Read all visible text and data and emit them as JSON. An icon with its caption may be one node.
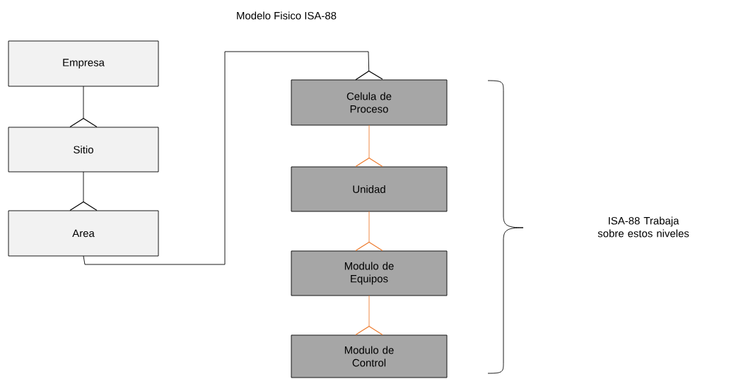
{
  "diagram": {
    "title": "Modelo Fisico ISA-88",
    "nodes": [
      {
        "text": [
          "Empresa"
        ]
      },
      {
        "text": [
          "Sitio"
        ]
      },
      {
        "text": [
          "Area"
        ]
      },
      {
        "text": [
          "Celula de Proceso"
        ]
      },
      {
        "text": [
          "Unidad"
        ]
      },
      {
        "text": [
          "Modulo de Equipos"
        ]
      },
      {
        "text": [
          "Modulo de Control"
        ]
      }
    ],
    "edges": [
      {
        "from": 0,
        "to": 1,
        "arrow": "other"
      },
      {
        "from": 1,
        "to": 2,
        "arrow": "other"
      },
      {
        "from": 2,
        "to": 3,
        "arrow": "other"
      },
      {
        "from": 3,
        "to": 4,
        "arrow": "other",
        "color": "#ed7d31"
      },
      {
        "from": 4,
        "to": 5,
        "arrow": "other",
        "color": "#ed7d31"
      },
      {
        "from": 5,
        "to": 6,
        "arrow": "other",
        "color": "#ed7d31"
      }
    ],
    "labels": [
      "ISA-88 Trabaja sobre estos niveles"
    ]
  }
}
